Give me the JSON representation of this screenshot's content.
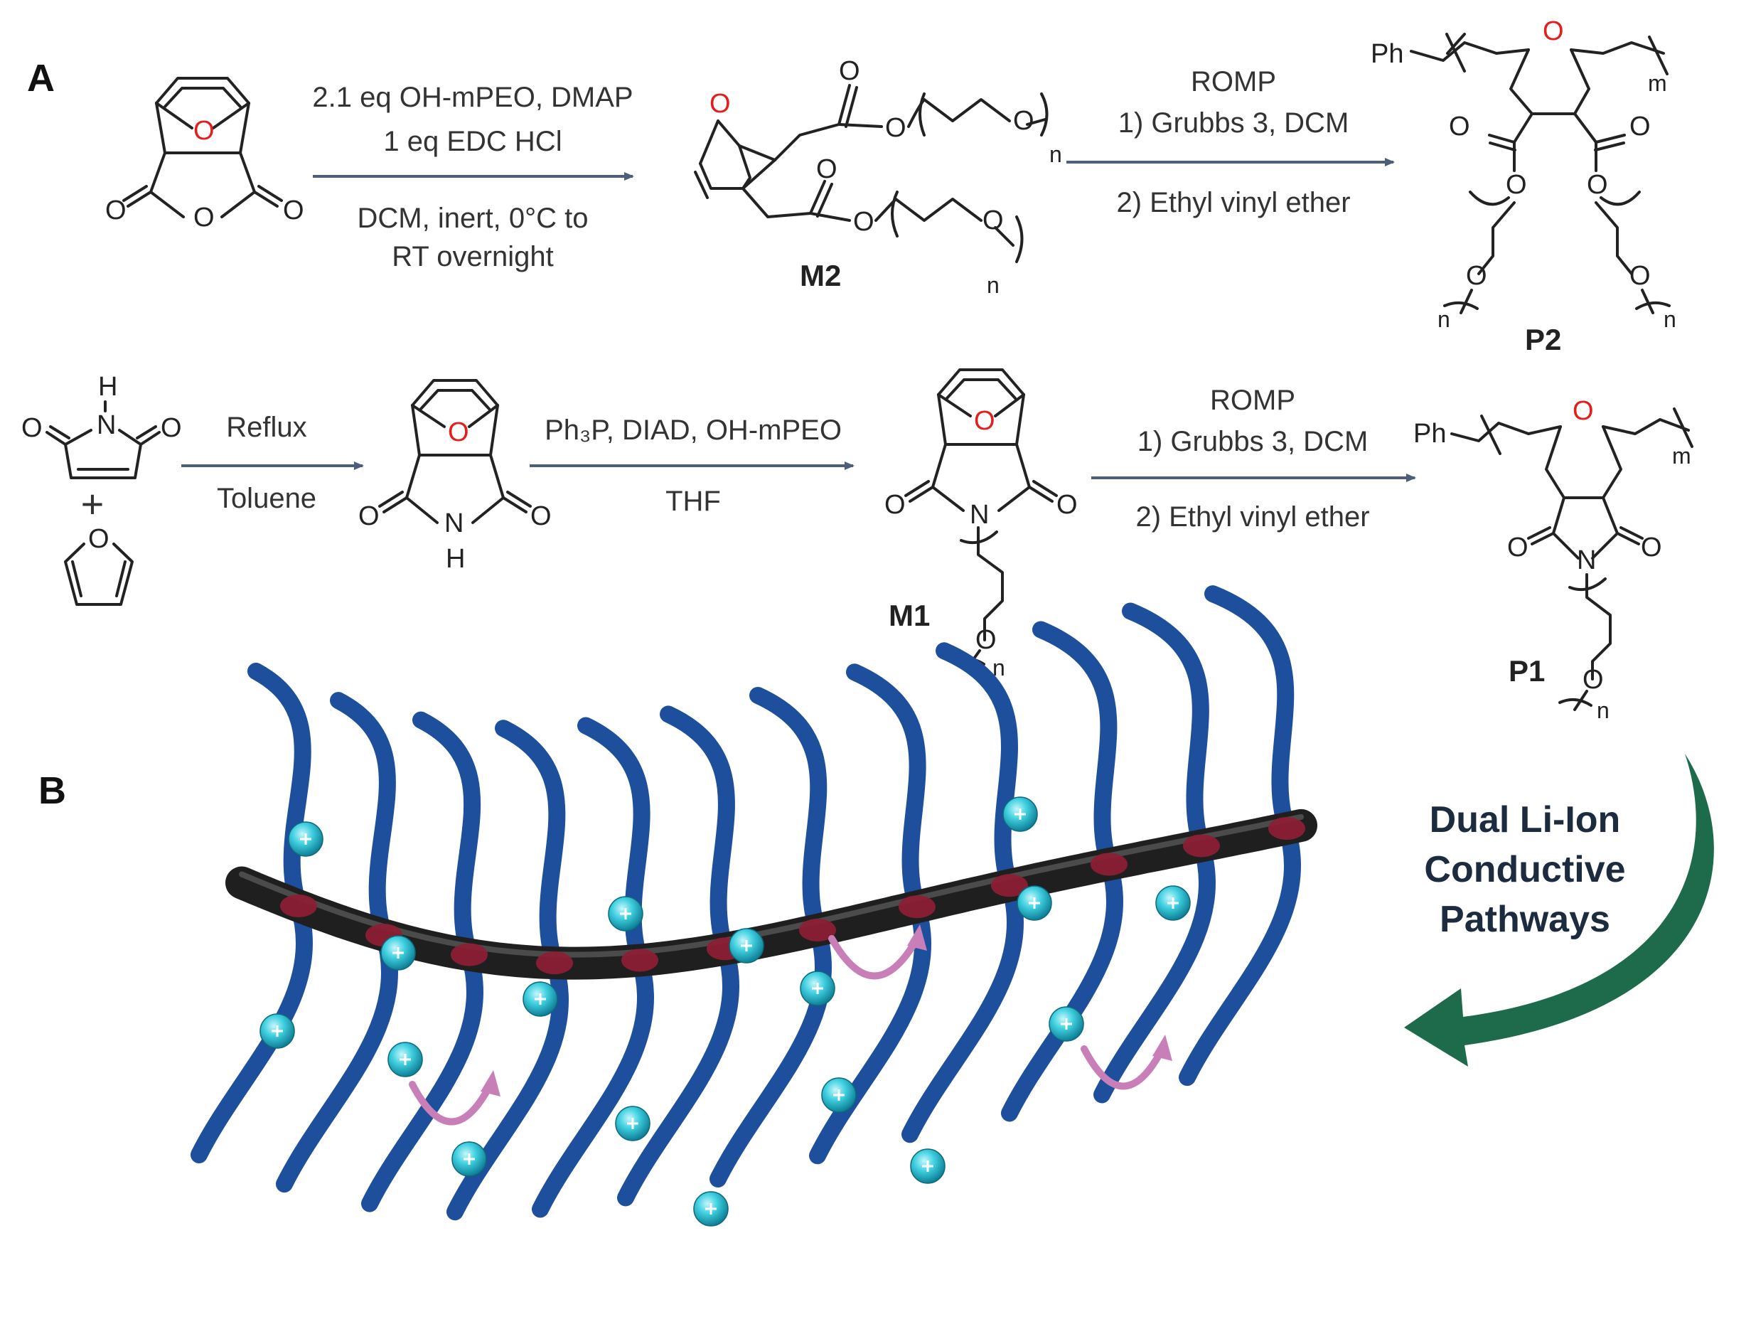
{
  "panels": {
    "a": "A",
    "b": "B"
  },
  "row1": {
    "step1": {
      "above": [
        "2.1 eq OH-mPEO, DMAP",
        "1 eq EDC HCl"
      ],
      "below": [
        "DCM, inert, 0°C to",
        "RT overnight"
      ]
    },
    "step2": {
      "above": [
        "ROMP",
        "1) Grubbs 3, DCM"
      ],
      "below": [
        "2) Ethyl vinyl ether"
      ]
    },
    "compounds": {
      "m2": "M2",
      "p2": "P2"
    }
  },
  "row2": {
    "step1": {
      "above": "Reflux",
      "below": "Toluene"
    },
    "step2": {
      "above": "Ph₃P, DIAD, OH-mPEO",
      "below": "THF"
    },
    "step3": {
      "above": [
        "ROMP",
        "1) Grubbs 3, DCM"
      ],
      "below": [
        "2) Ethyl vinyl ether"
      ]
    },
    "plus": "+",
    "compounds": {
      "m1": "M1",
      "p1": "P1"
    }
  },
  "atoms": {
    "o": "O",
    "n": "N",
    "h": "H",
    "ph": "Ph",
    "sub_n": "n",
    "sub_m": "m"
  },
  "panel_b": {
    "callout": [
      "Dual Li-Ion",
      "Conductive",
      "Pathways"
    ],
    "colors": {
      "backbone": "#1f1f1f",
      "side_chain": "#1e4f9c",
      "junction": "#8c1f35",
      "li_ion": "#3fd0e0",
      "hop_arrow": "#c87fb8",
      "callout_arrow": "#1d6b4a"
    }
  }
}
